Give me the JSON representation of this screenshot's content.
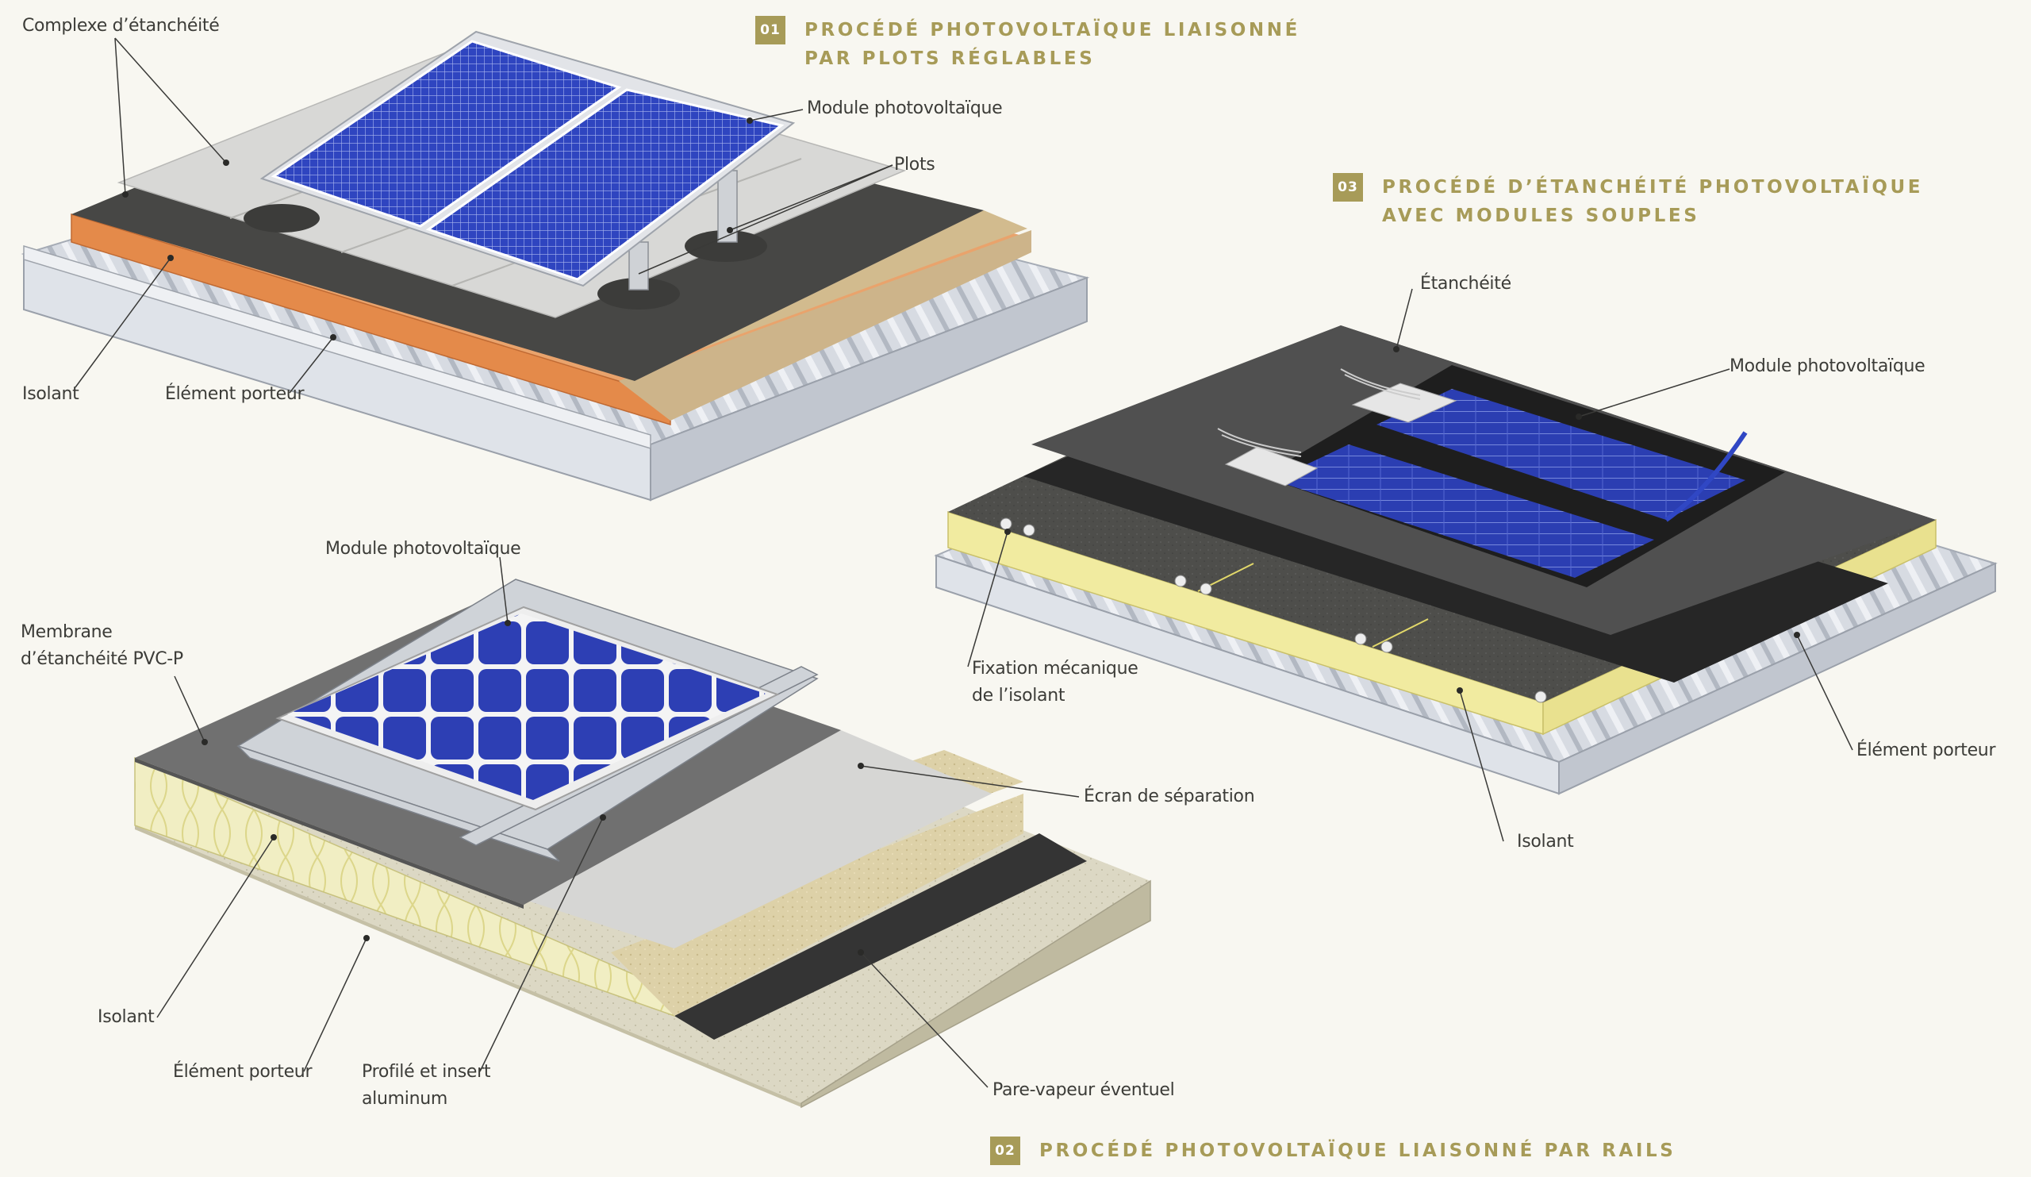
{
  "sections": {
    "s01": {
      "number": "01",
      "title_line1": "PROCÉDÉ PHOTOVOLTAÏQUE LIAISONNÉ",
      "title_line2": "PAR PLOTS RÉGLABLES"
    },
    "s02": {
      "number": "02",
      "title_line1": "PROCÉDÉ PHOTOVOLTAÏQUE LIAISONNÉ PAR RAILS"
    },
    "s03": {
      "number": "03",
      "title_line1": "PROCÉDÉ D’ÉTANCHÉITÉ PHOTOVOLTAÏQUE",
      "title_line2": "AVEC MODULES SOUPLES"
    }
  },
  "labels": {
    "d1": {
      "complexe": "Complexe d’étanchéité",
      "module": "Module photovoltaïque",
      "plots": "Plots",
      "isolant": "Isolant",
      "porteur": "Élément porteur"
    },
    "d2": {
      "module": "Module photovoltaïque",
      "membrane_line1": "Membrane",
      "membrane_line2": "d’étanchéité PVC-P",
      "ecran": "Écran de séparation",
      "isolant": "Isolant",
      "porteur": "Élément porteur",
      "profile_line1": "Profilé et insert",
      "profile_line2": "aluminum",
      "pare_vapeur": "Pare-vapeur éventuel"
    },
    "d3": {
      "etancheite": "Étanchéité",
      "module": "Module photovoltaïque",
      "fixation_line1": "Fixation mécanique",
      "fixation_line2": "de l’isolant",
      "isolant": "Isolant",
      "porteur": "Élément porteur"
    }
  },
  "colors": {
    "accent": "#a79b58",
    "background": "#f8f7f1",
    "solar_cell": "#2a3fb0",
    "membrane_dark": "#4a4a48",
    "insulation_orange": "#e48a4a",
    "insulation_yellow": "#f0ecb0",
    "steel_deck": "#c9ced6"
  }
}
